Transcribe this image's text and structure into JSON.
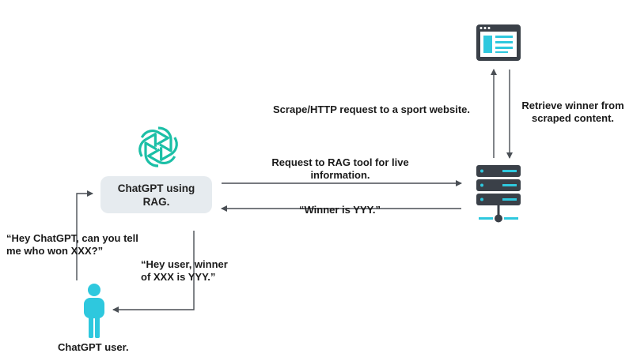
{
  "colors": {
    "teal": "#1bbfa6",
    "cyan": "#2ec8de",
    "dark": "#3a4048",
    "box_bg": "#e6ebef",
    "arrow": "#4a4f55"
  },
  "icons": {
    "openai_logo": "openai-logo-icon",
    "website": "website-icon",
    "server": "server-icon",
    "user": "user-icon"
  },
  "nodes": {
    "chatgpt_line1": "ChatGPT using",
    "chatgpt_line2": "RAG.",
    "user_label": "ChatGPT user."
  },
  "labels": {
    "scrape_request": "Scrape/HTTP request to a sport website.",
    "retrieve_line1": "Retrieve winner from",
    "retrieve_line2": "scraped content.",
    "rag_request_line1": "Request to RAG tool for live",
    "rag_request_line2": "information.",
    "winner_response": "“Winner is YYY.”",
    "user_question_line1": "“Hey ChatGPT, can you tell",
    "user_question_line2": "me who won XXX?”",
    "answer_line1": "“Hey user, winner",
    "answer_line2": "of XXX is YYY.”"
  }
}
